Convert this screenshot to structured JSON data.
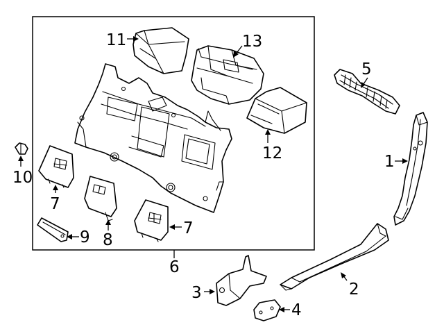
{
  "diagram": {
    "callouts": {
      "c1": "1",
      "c2": "2",
      "c3": "3",
      "c4": "4",
      "c5": "5",
      "c6": "6",
      "c7a": "7",
      "c7b": "7",
      "c8": "8",
      "c9": "9",
      "c10": "10",
      "c11": "11",
      "c12": "12",
      "c13": "13"
    }
  }
}
